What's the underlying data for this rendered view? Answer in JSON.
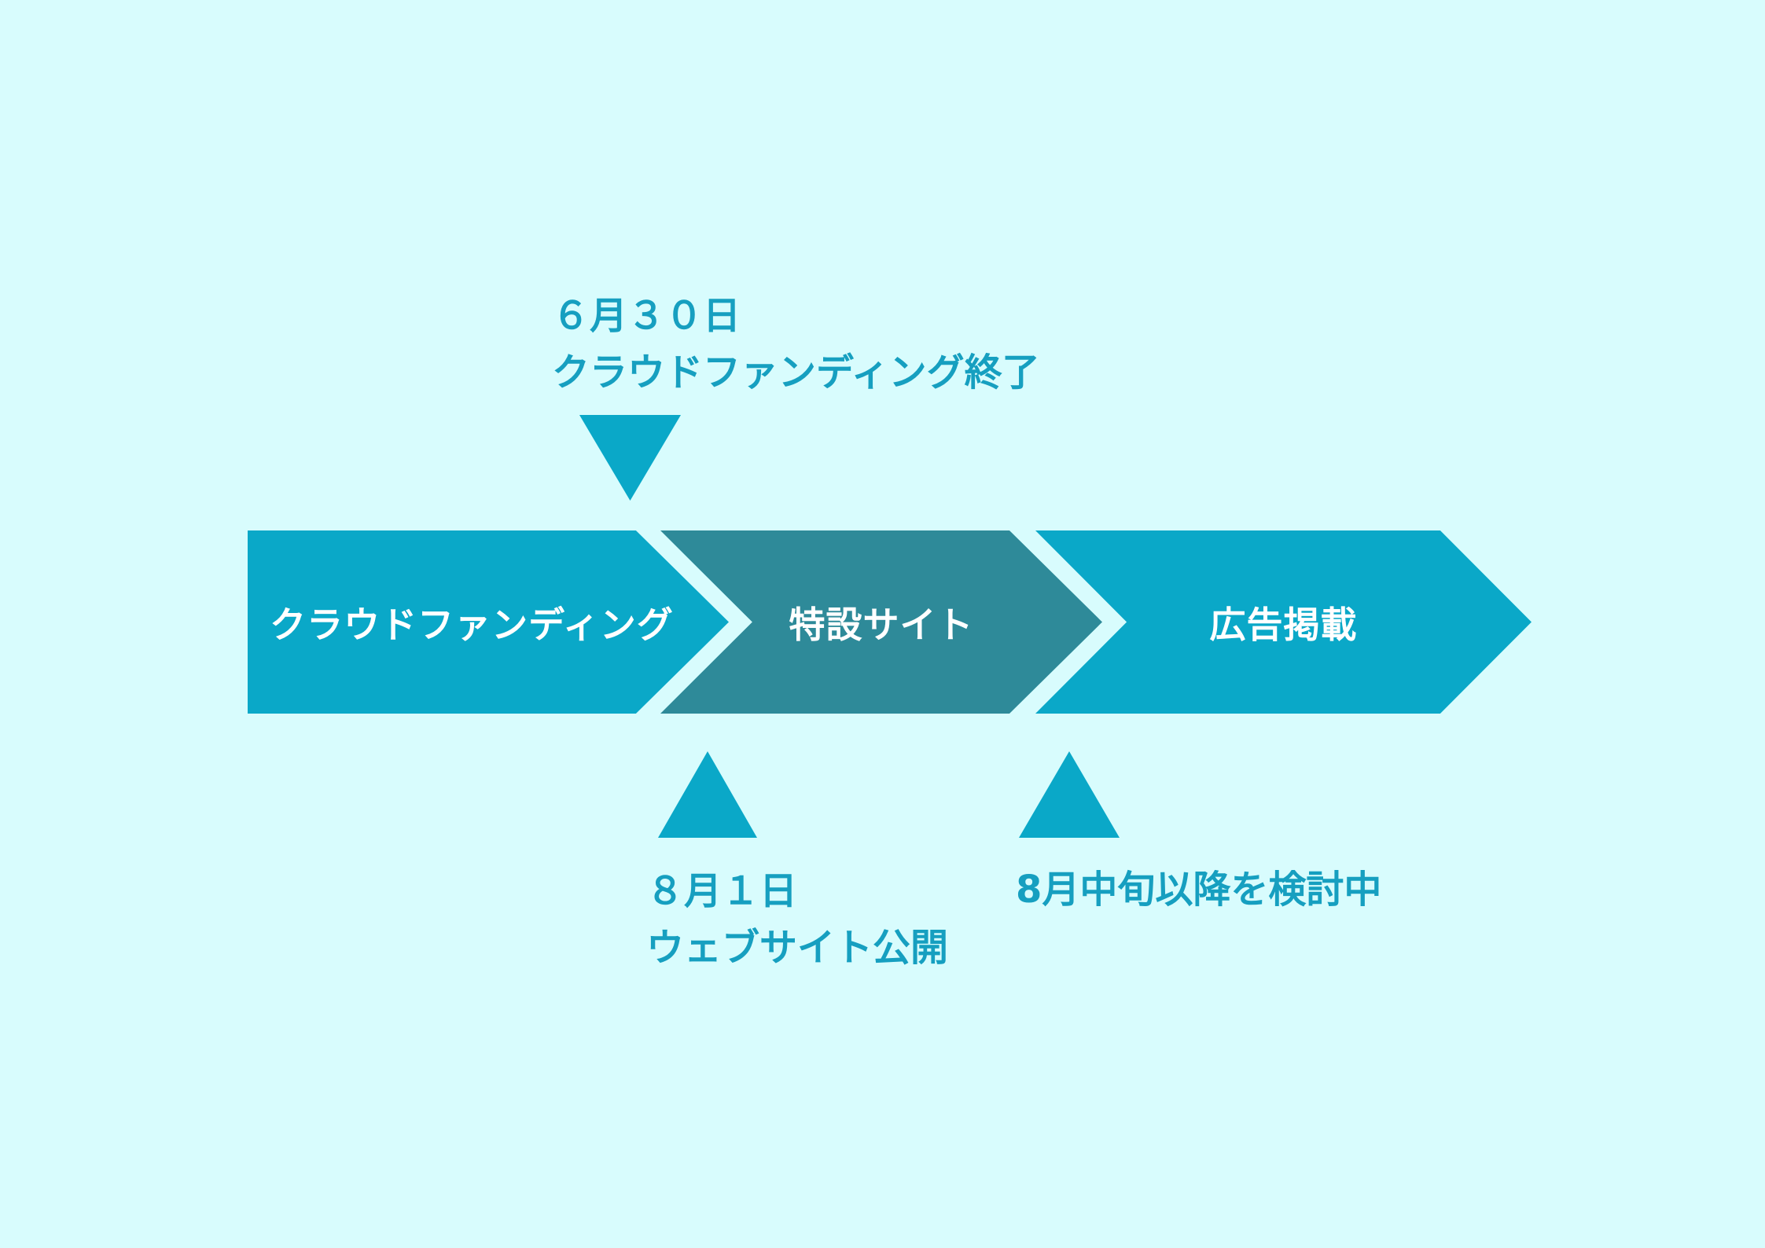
{
  "colors": {
    "background": "#d8fcfd",
    "arrow_primary": "#0aa8c8",
    "arrow_secondary": "#2e8a99",
    "label_text": "#169fc0",
    "arrow_label_text": "#ffffff"
  },
  "steps": [
    {
      "label": "クラウドファンディング",
      "color_role": "primary"
    },
    {
      "label": "特設サイト",
      "color_role": "secondary"
    },
    {
      "label": "広告掲載",
      "color_role": "primary"
    }
  ],
  "milestones": {
    "top": {
      "date": "６月３０日",
      "description": "クラウドファンディング終了",
      "marker": "down-triangle"
    },
    "bottom_left": {
      "date": "８月１日",
      "description": "ウェブサイト公開",
      "marker": "up-triangle"
    },
    "bottom_right": {
      "description": "8月中旬以降を検討中",
      "marker": "up-triangle"
    }
  }
}
